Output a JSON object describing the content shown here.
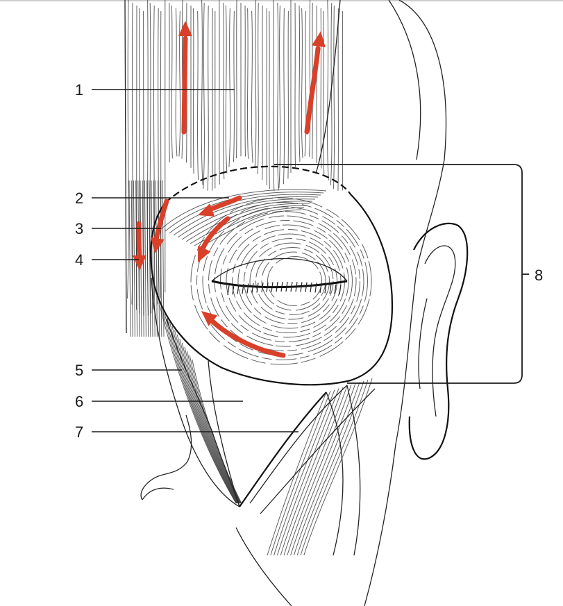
{
  "labels": [
    {
      "id": "1",
      "text": "1"
    },
    {
      "id": "2",
      "text": "2"
    },
    {
      "id": "3",
      "text": "3"
    },
    {
      "id": "4",
      "text": "4"
    },
    {
      "id": "5",
      "text": "5"
    },
    {
      "id": "6",
      "text": "6"
    },
    {
      "id": "7",
      "text": "7"
    },
    {
      "id": "8",
      "text": "8"
    }
  ],
  "colors": {
    "arrow": "#d9402a",
    "line": "#1a1a1a",
    "background": "#ffffff"
  }
}
